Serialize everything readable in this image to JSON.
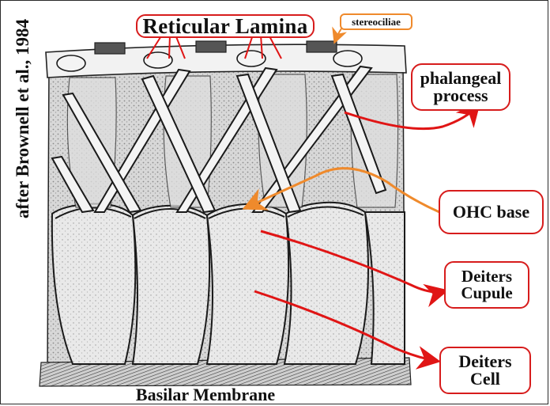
{
  "labels": {
    "reticular_lamina": "Reticular Lamina",
    "stereociliae": "stereociliae",
    "phalangeal_line1": "phalangeal",
    "phalangeal_line2": "process",
    "ohc_base": "OHC base",
    "deiters_cupule_line1": "Deiters",
    "deiters_cupule_line2": "Cupule",
    "deiters_cell_line1": "Deiters",
    "deiters_cell_line2": "Cell",
    "credit": "after Brownell et al., 1984",
    "basilar_membrane": "Basilar Membrane"
  },
  "colors": {
    "label_border": "#d71c1c",
    "stereo_border": "#ef8a2c",
    "arrow_red": "#e01515",
    "arrow_orange": "#ef8a2c",
    "tissue_light": "#e6e6e6",
    "tissue_mid": "#bdbdbd",
    "ink": "#1a1a1a"
  }
}
